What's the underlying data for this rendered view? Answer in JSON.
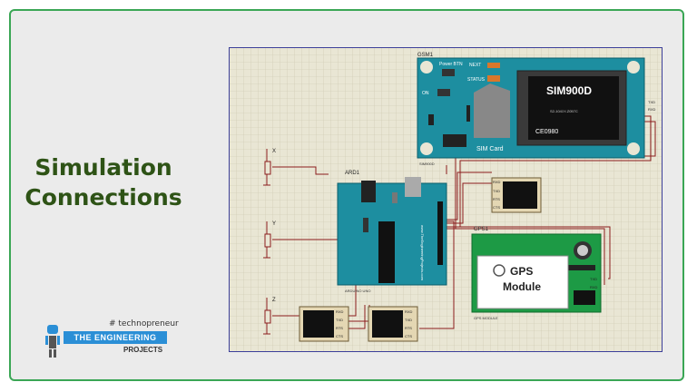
{
  "title": {
    "line1": "Simulation",
    "line2": "Connections"
  },
  "logo": {
    "tagline": "# technopreneur",
    "the": "THE",
    "engineering": "ENGINEERING",
    "projects": "PROJECTS"
  },
  "gsm": {
    "ref": "GSM1",
    "model": "SIM900D",
    "chip_code": "S2-1041Y-Z057C",
    "ce": "CE0980",
    "power_btn": "Power BTN",
    "next": "NEXT",
    "status": "STATUS",
    "on": "ON",
    "sim_card": "SIM Card",
    "pin_txd": "TXD",
    "pin_rxd": "RXD",
    "footer": "SIM900D"
  },
  "arduino": {
    "ref": "ARD1",
    "footer": "ARDUINO UNO",
    "url": "www.TheEngineeringProjects.com"
  },
  "gps": {
    "ref": "GPS1",
    "label1": "GPS",
    "label2": "Module",
    "pin_txd": "TXD",
    "pin_rxd": "RXD",
    "footer": "GPS MODULE"
  },
  "pots": [
    {
      "label": "X"
    },
    {
      "label": "Y"
    },
    {
      "label": "Z"
    }
  ],
  "terminal_pins": [
    "RXD",
    "TXD",
    "RTS",
    "CTS"
  ],
  "colors": {
    "frame": "#3aa655",
    "title": "#2e5316",
    "board": "#1d8ea0",
    "gps_board": "#1d9a45",
    "accent": "#2b8fd6"
  }
}
